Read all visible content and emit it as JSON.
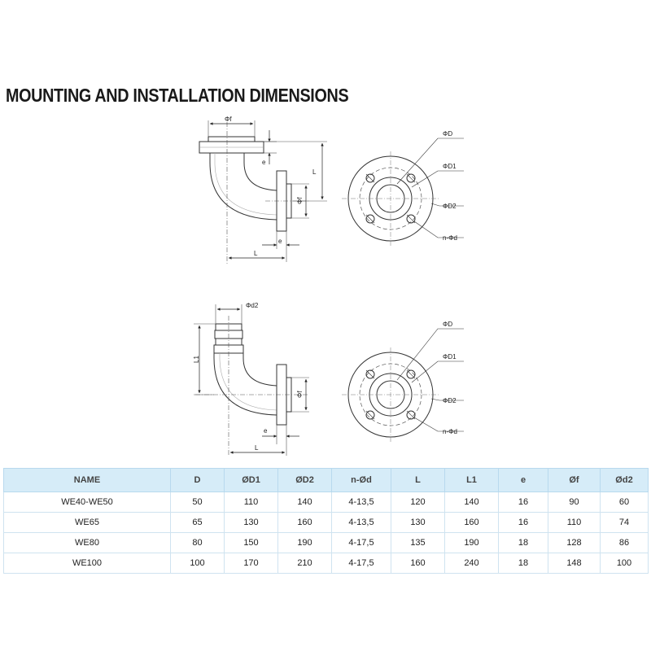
{
  "title": "MOUNTING AND INSTALLATION DIMENSIONS",
  "drawing_top": {
    "phi_f_top": "Φf",
    "e_vertical": "e",
    "L_vertical": "L",
    "phi_f_side": "Φf",
    "e_bottom": "e",
    "L_bottom": "L"
  },
  "drawing_bottom": {
    "phi_d2_top": "Φd2",
    "L1_vertical": "L1",
    "phi_f_side": "Φf",
    "e_bottom": "e",
    "L_bottom": "L"
  },
  "flange_labels": {
    "D": "ΦD",
    "D1": "ΦD1",
    "D2": "ΦD2",
    "nd": "n-Φd"
  },
  "table": {
    "headers": [
      "NAME",
      "D",
      "ØD1",
      "ØD2",
      "n-Ød",
      "L",
      "L1",
      "e",
      "Øf",
      "Ød2"
    ],
    "rows": [
      [
        "WE40-WE50",
        "50",
        "110",
        "140",
        "4-13,5",
        "120",
        "140",
        "16",
        "90",
        "60"
      ],
      [
        "WE65",
        "65",
        "130",
        "160",
        "4-13,5",
        "130",
        "160",
        "16",
        "110",
        "74"
      ],
      [
        "WE80",
        "80",
        "150",
        "190",
        "4-17,5",
        "135",
        "190",
        "18",
        "128",
        "86"
      ],
      [
        "WE100",
        "100",
        "170",
        "210",
        "4-17,5",
        "160",
        "240",
        "18",
        "148",
        "100"
      ]
    ]
  }
}
